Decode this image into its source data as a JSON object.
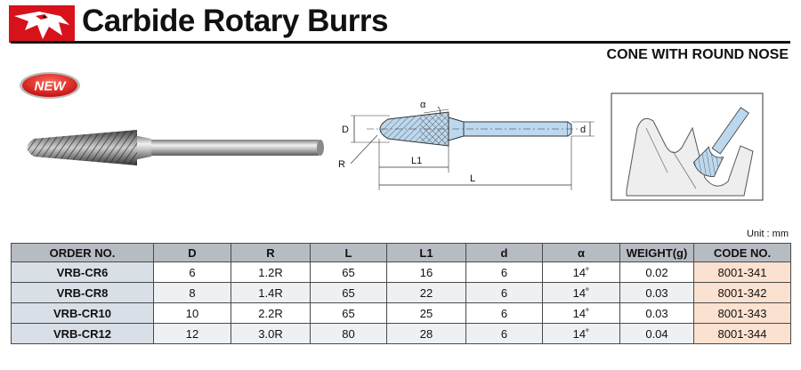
{
  "header": {
    "title": "Carbide Rotary Burrs",
    "subtitle": "CONE WITH ROUND NOSE",
    "badge": "NEW"
  },
  "diagram": {
    "labels": {
      "D": "D",
      "R": "R",
      "L1": "L1",
      "L": "L",
      "d": "d",
      "alpha": "α"
    }
  },
  "unit": "Unit : mm",
  "table": {
    "headers": [
      "ORDER NO.",
      "D",
      "R",
      "L",
      "L1",
      "d",
      "α",
      "WEIGHT(g)",
      "CODE NO."
    ],
    "rows": [
      [
        "VRB-CR6",
        "6",
        "1.2R",
        "65",
        "16",
        "6",
        "14˚",
        "0.02",
        "8001-341"
      ],
      [
        "VRB-CR8",
        "8",
        "1.4R",
        "65",
        "22",
        "6",
        "14˚",
        "0.03",
        "8001-342"
      ],
      [
        "VRB-CR10",
        "10",
        "2.2R",
        "65",
        "25",
        "6",
        "14˚",
        "0.03",
        "8001-343"
      ],
      [
        "VRB-CR12",
        "12",
        "3.0R",
        "80",
        "28",
        "6",
        "14˚",
        "0.04",
        "8001-344"
      ]
    ]
  },
  "colors": {
    "brand_red": "#d8121b",
    "header_gray": "#b7bcc3",
    "order_blue": "#d9dfe6",
    "code_peach": "#fbe1d0",
    "diagram_blue": "#bcd8ee"
  }
}
